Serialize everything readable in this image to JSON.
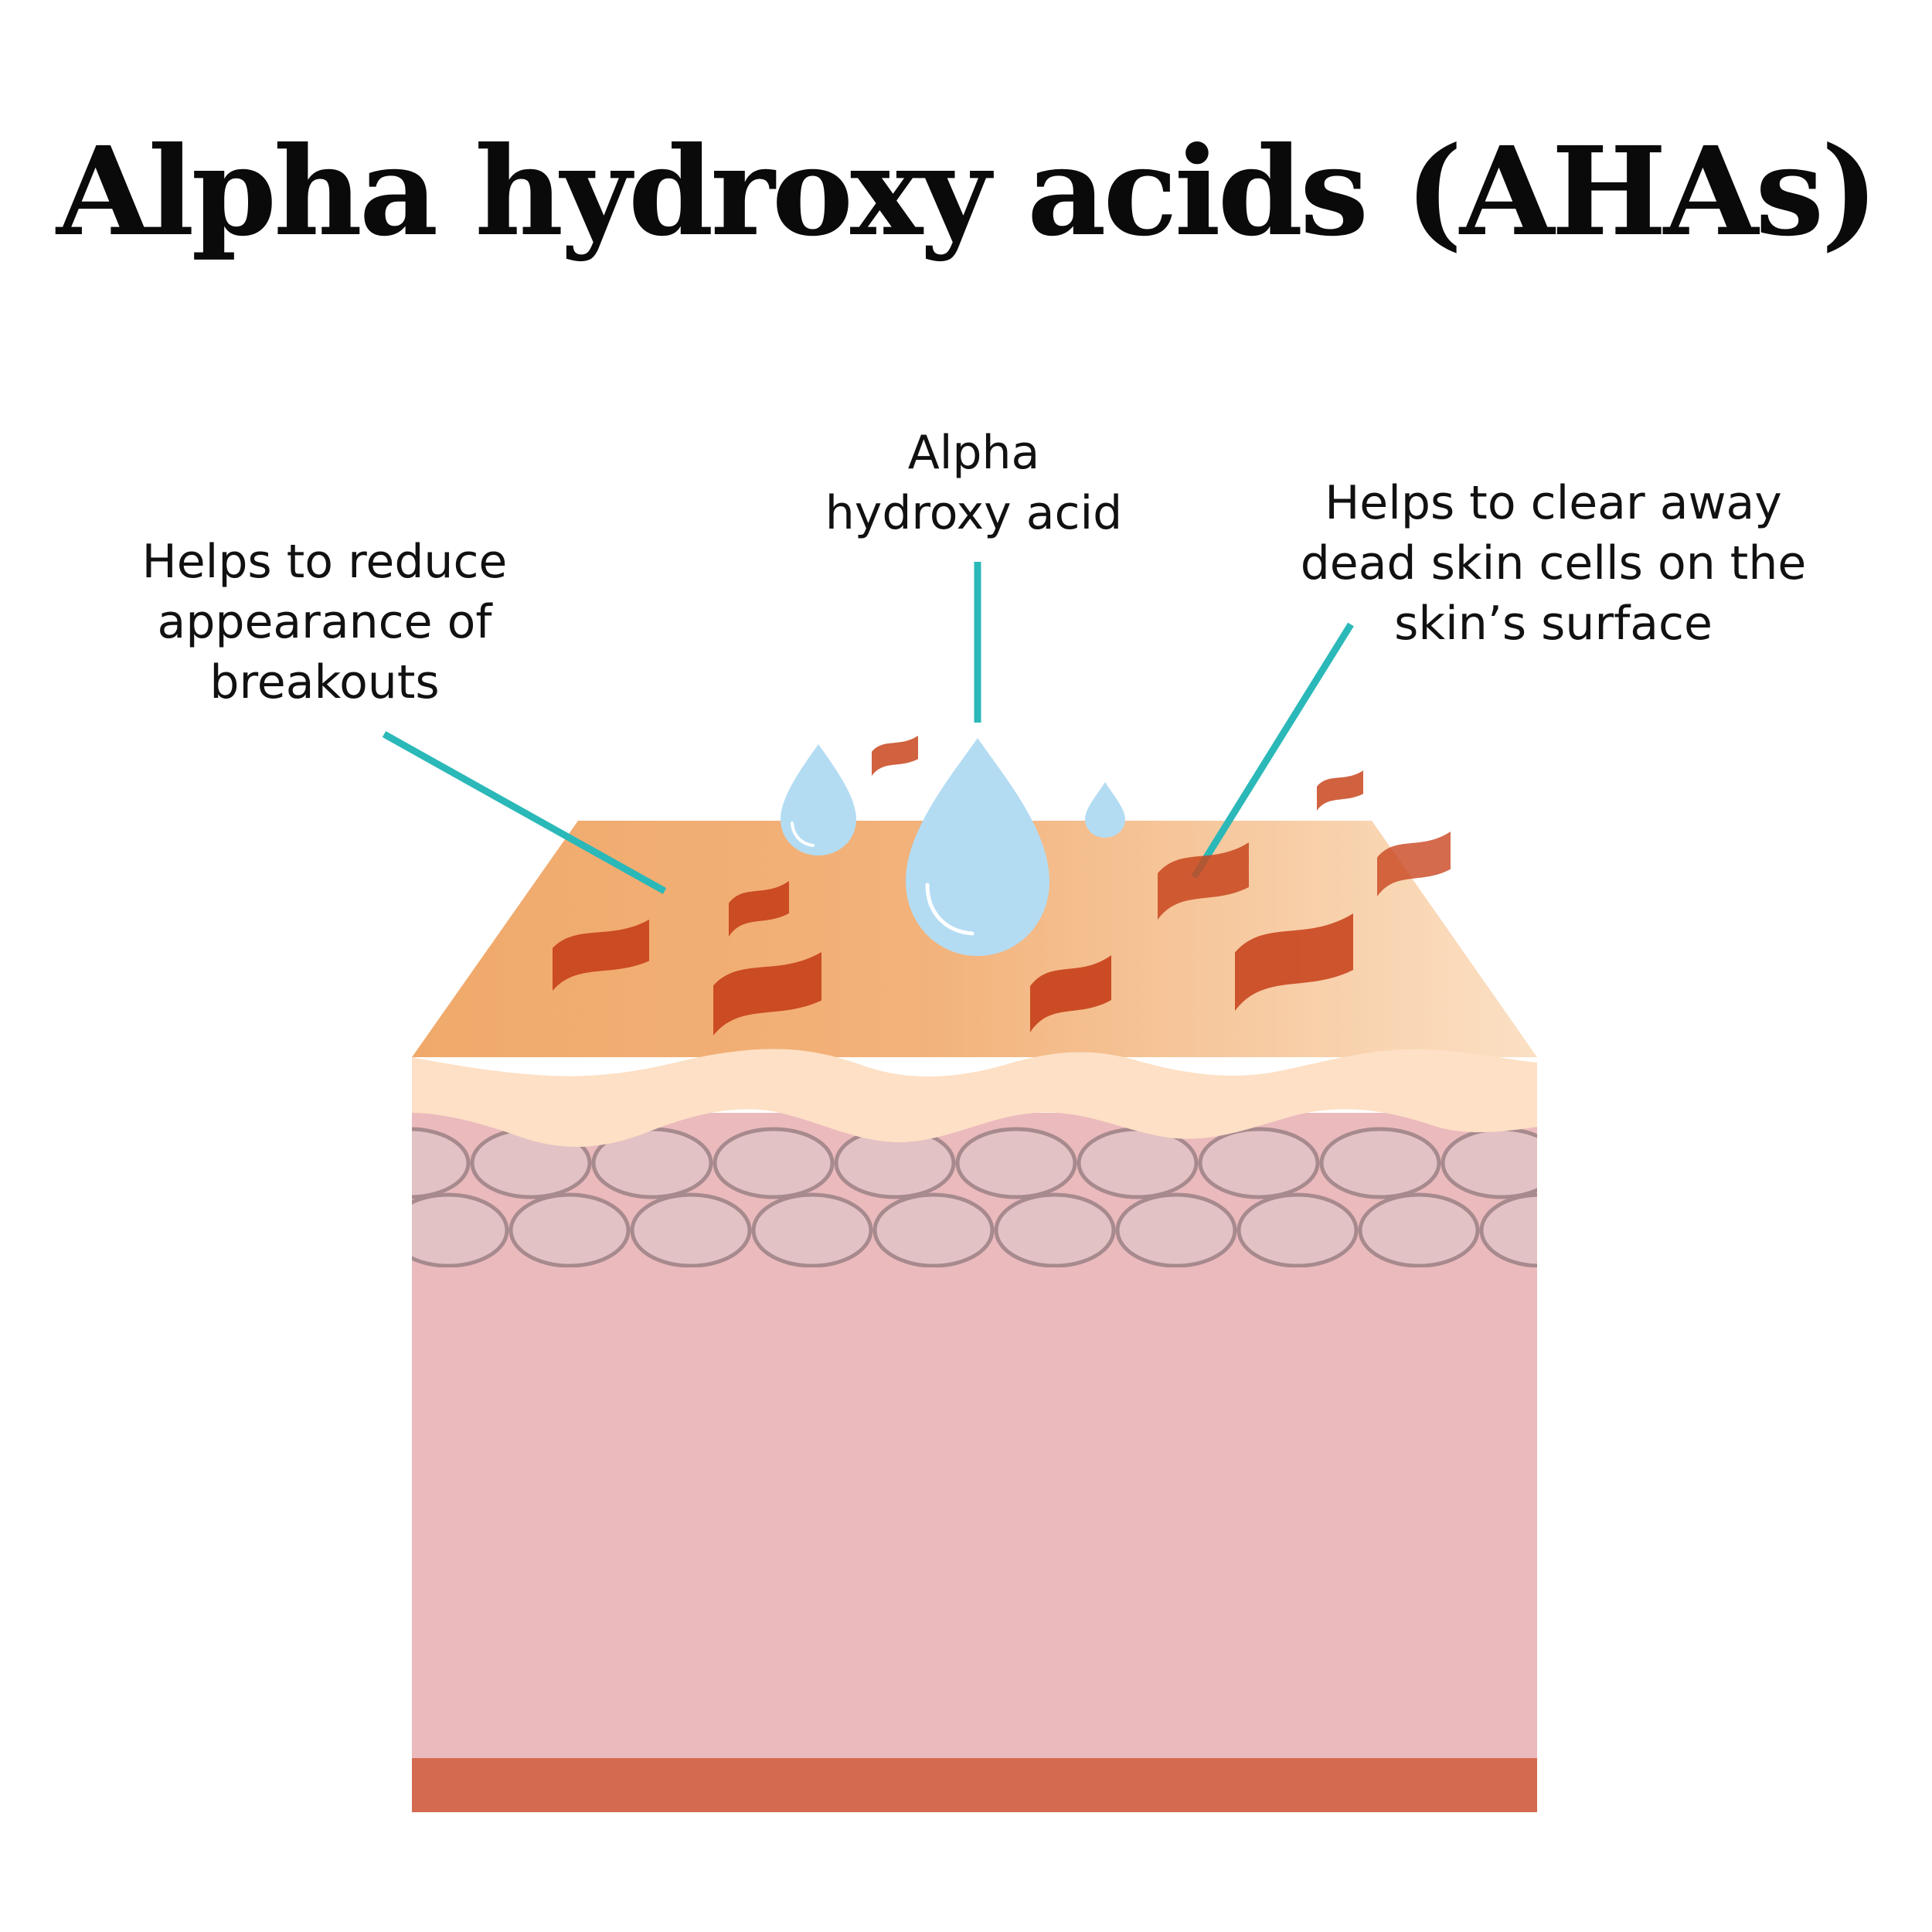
{
  "title": "Alpha hydroxy acids (AHAs)",
  "labels": {
    "breakouts": [
      "Helps to reduce",
      "appearance of",
      "breakouts"
    ],
    "aha": [
      "Alpha",
      "hydroxy acid"
    ],
    "dead_cells": [
      "Helps to clear away",
      "dead skin cells on the",
      "skin’s surface"
    ]
  },
  "colors": {
    "leader_line": "#2bb8b8",
    "droplet": "#b3dcf3",
    "flake": "#c8461f",
    "skin_surface_left": "#f1a96c",
    "skin_surface_right": "#f9dcbf",
    "stratum_band": "#fde0c5",
    "cell_layer": "#e2c2c4",
    "cell_outline": "#a78a8d",
    "dermis": "#ebbabd",
    "base_band": "#d46a50"
  }
}
